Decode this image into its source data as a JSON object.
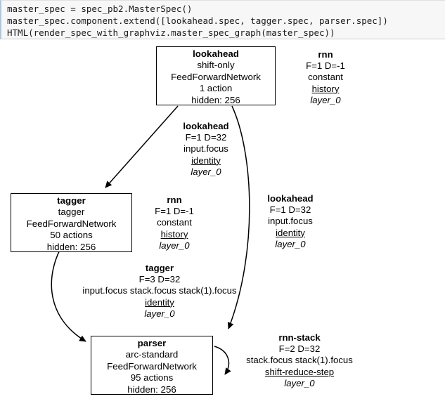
{
  "code_cell": {
    "lines": [
      "master_spec = spec_pb2.MasterSpec()",
      "master_spec.component.extend([lookahead.spec, tagger.spec, parser.spec])",
      "HTML(render_spec_with_graphviz.master_spec_graph(master_spec))"
    ]
  },
  "graph": {
    "stroke_color": "#000000",
    "node_fill": "#ffffff",
    "nodes": [
      {
        "id": "lookahead",
        "title": "lookahead",
        "line2": "shift-only",
        "line3": "FeedForwardNetwork",
        "line4": "1 action",
        "line5": "hidden: 256"
      },
      {
        "id": "tagger",
        "title": "tagger",
        "line2": "tagger",
        "line3": "FeedForwardNetwork",
        "line4": "50 actions",
        "line5": "hidden: 256"
      },
      {
        "id": "parser",
        "title": "parser",
        "line2": "arc-standard",
        "line3": "FeedForwardNetwork",
        "line4": "95 actions",
        "line5": "hidden: 256"
      }
    ],
    "edges": [
      {
        "id": "lookahead-self",
        "name": "rnn",
        "dims": "F=1 D=-1",
        "source": "constant",
        "translator": "history",
        "layer": "layer_0"
      },
      {
        "id": "lookahead-to-tagger",
        "name": "lookahead",
        "dims": "F=1 D=32",
        "source": "input.focus",
        "translator": "identity",
        "layer": "layer_0"
      },
      {
        "id": "tagger-self",
        "name": "rnn",
        "dims": "F=1 D=-1",
        "source": "constant",
        "translator": "history",
        "layer": "layer_0"
      },
      {
        "id": "lookahead-to-parser",
        "name": "lookahead",
        "dims": "F=1 D=32",
        "source": "input.focus",
        "translator": "identity",
        "layer": "layer_0"
      },
      {
        "id": "tagger-to-parser",
        "name": "tagger",
        "dims": "F=3 D=32",
        "source": "input.focus stack.focus stack(1).focus",
        "translator": "identity",
        "layer": "layer_0"
      },
      {
        "id": "parser-self",
        "name": "rnn-stack",
        "dims": "F=2 D=32",
        "source": "stack.focus stack(1).focus",
        "translator": "shift-reduce-step",
        "layer": "layer_0"
      }
    ]
  }
}
